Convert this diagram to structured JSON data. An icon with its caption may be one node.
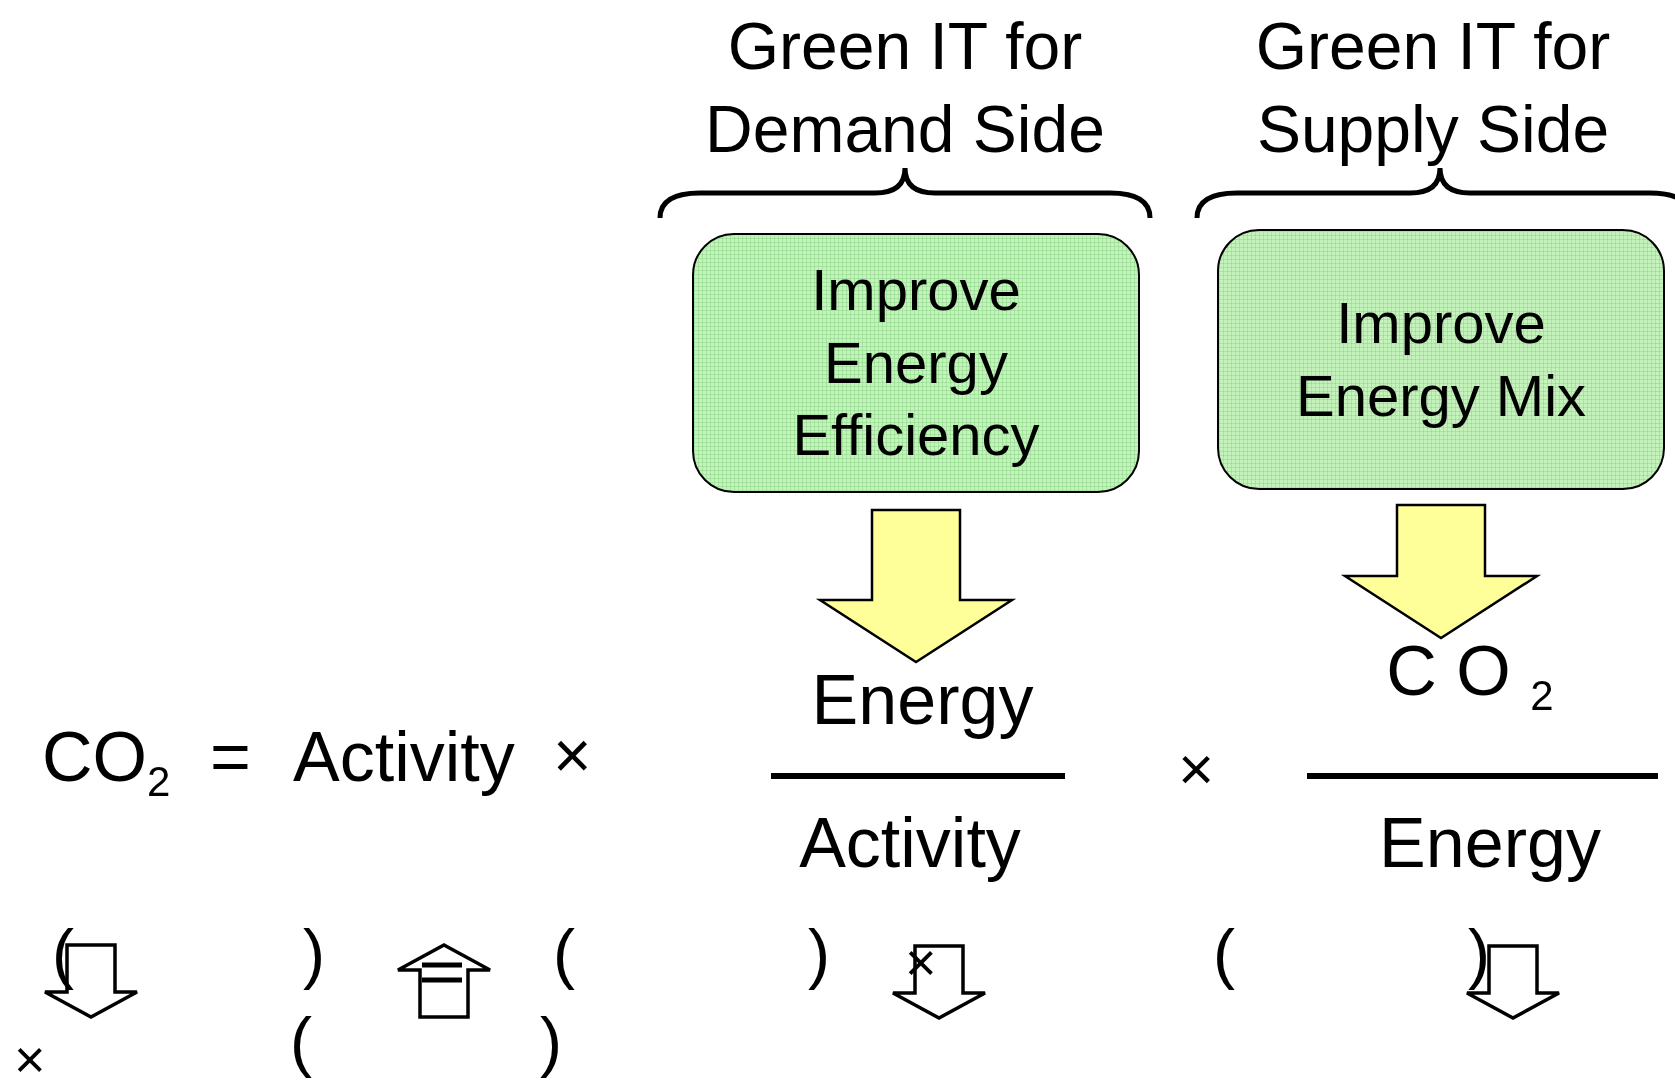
{
  "diagram": {
    "nodes": [
      {
        "text": [
          "Improve Energy Efficiency"
        ]
      },
      {
        "text": [
          "Improve Energy Mix"
        ]
      },
      {
        "text": [
          "Energy"
        ]
      },
      {
        "text": [
          "C O $_{2}$"
        ]
      }
    ],
    "edges": [
      {
        "from": 0,
        "to": 2,
        "arrow": "to",
        "style": "thick"
      },
      {
        "from": 1,
        "to": 3,
        "arrow": "to",
        "style": "thick"
      }
    ],
    "labels": [
      "Green IT for Demand Side",
      "Green IT for Supply Side",
      "CO$_{2}$",
      "=",
      "Activity",
      "×",
      "×",
      "Activity",
      "Energy",
      "(",
      ")",
      "(",
      ")",
      "×",
      "(",
      ")",
      "×",
      "(",
      ")"
    ]
  }
}
